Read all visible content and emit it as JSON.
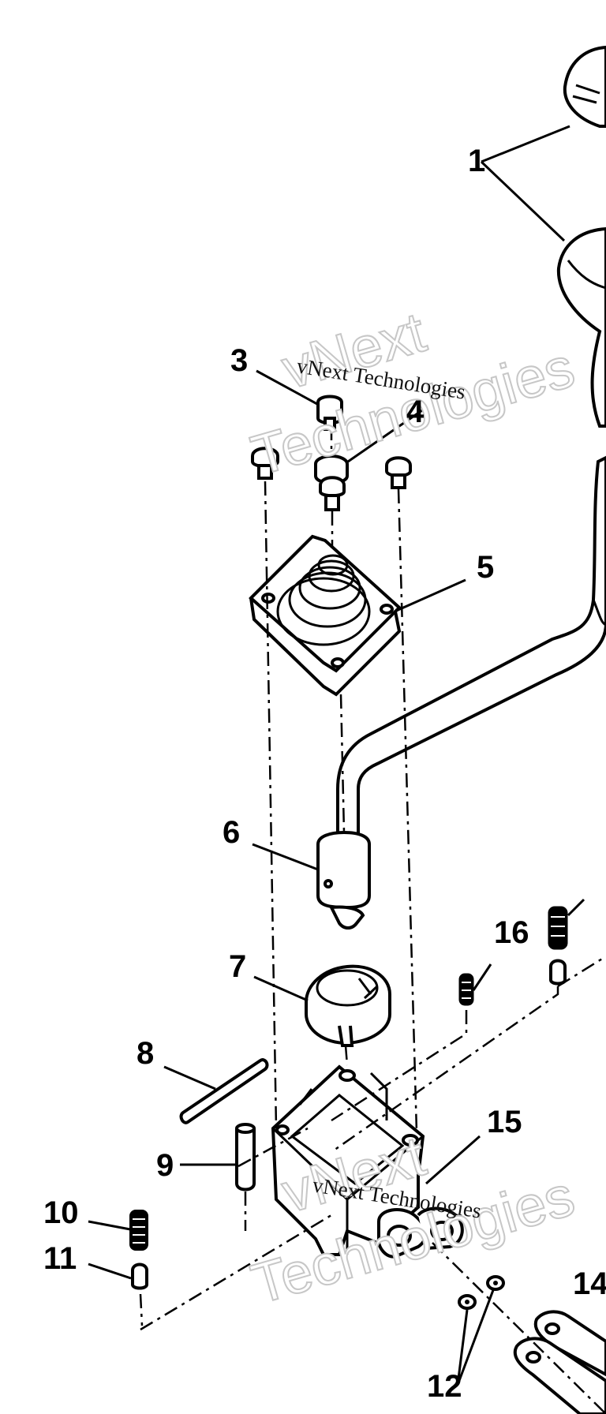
{
  "callouts": [
    {
      "id": "1",
      "label": "1"
    },
    {
      "id": "3",
      "label": "3"
    },
    {
      "id": "4",
      "label": "4"
    },
    {
      "id": "5",
      "label": "5"
    },
    {
      "id": "6",
      "label": "6"
    },
    {
      "id": "7",
      "label": "7"
    },
    {
      "id": "8",
      "label": "8"
    },
    {
      "id": "9",
      "label": "9"
    },
    {
      "id": "10",
      "label": "10"
    },
    {
      "id": "11",
      "label": "11"
    },
    {
      "id": "12",
      "label": "12"
    },
    {
      "id": "14",
      "label": "14"
    },
    {
      "id": "15",
      "label": "15"
    },
    {
      "id": "16",
      "label": "16"
    }
  ],
  "watermarks": {
    "line_a": "vNext Technologies",
    "line_b_1": "vNext",
    "line_b_2": "Technologies"
  },
  "colors": {
    "ink": "#000000",
    "paper": "#ffffff",
    "watermark_outline": "#c7c7c7"
  }
}
